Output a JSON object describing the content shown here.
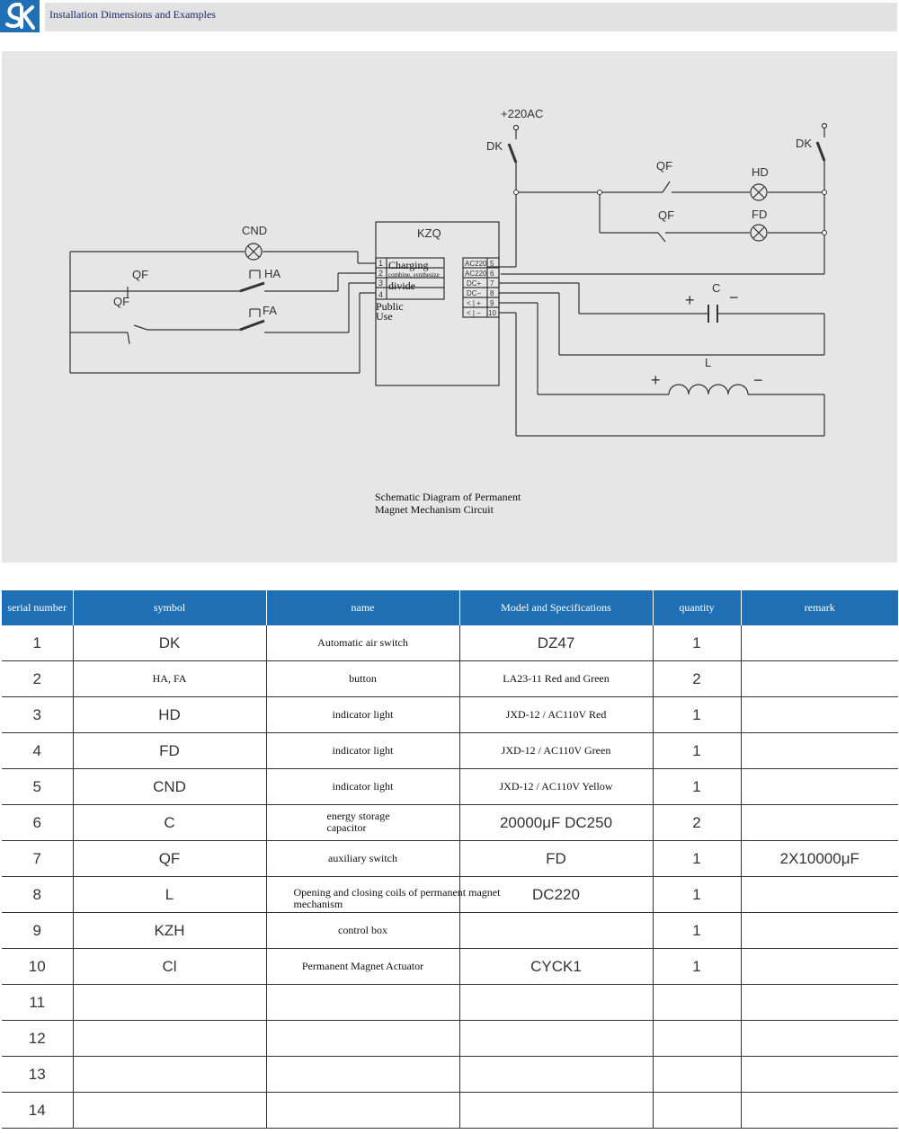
{
  "header": {
    "title": "Installation Dimensions and Examples"
  },
  "diagram": {
    "labels": {
      "supply": "+220AC",
      "dk_left": "DK",
      "dk_right": "DK",
      "qf_top": "QF",
      "qf_mid": "QF",
      "hd": "HD",
      "fd": "FD",
      "kzq": "KZQ",
      "cnd": "CND",
      "qf_left1": "QF",
      "qf_left2": "QF",
      "ha": "HA",
      "fa": "FA",
      "c": "C",
      "l": "L",
      "plus_c": "+",
      "minus_c": "−",
      "plus_l": "+",
      "minus_l": "−"
    },
    "kzq_left_terminals": [
      "1",
      "2",
      "3",
      "4"
    ],
    "kzq_left_texts": {
      "charging": "Charging",
      "combine": "combine, synthesize",
      "divide": "divide",
      "public1": "Public",
      "public2": "Use"
    },
    "kzq_right_terminals": [
      {
        "label": "AC220",
        "num": "5"
      },
      {
        "label": "AC220",
        "num": "6"
      },
      {
        "label": "DC+",
        "num": "7"
      },
      {
        "label": "DC−",
        "num": "8"
      },
      {
        "label": "< | +",
        "num": "9"
      },
      {
        "label": "< | −",
        "num": "10"
      }
    ],
    "caption_line1": "Schematic Diagram of Permanent",
    "caption_line2": "Magnet Mechanism Circuit"
  },
  "table": {
    "headers": [
      "serial number",
      "symbol",
      "name",
      "Model and Specifications",
      "quantity",
      "remark"
    ],
    "rows": [
      {
        "serial": "1",
        "symbol": "DK",
        "name": "Automatic air switch",
        "model": "DZ47",
        "quantity": "1",
        "remark": ""
      },
      {
        "serial": "2",
        "symbol": "HA, FA",
        "name": "button",
        "model": "LA23-11 Red and Green",
        "quantity": "2",
        "remark": ""
      },
      {
        "serial": "3",
        "symbol": "HD",
        "name": "indicator light",
        "model": "JXD-12 / AC110V Red",
        "quantity": "1",
        "remark": ""
      },
      {
        "serial": "4",
        "symbol": "FD",
        "name": "indicator light",
        "model": "JXD-12 / AC110V Green",
        "quantity": "1",
        "remark": ""
      },
      {
        "serial": "5",
        "symbol": "CND",
        "name": "indicator light",
        "model": "JXD-12 / AC110V Yellow",
        "quantity": "1",
        "remark": ""
      },
      {
        "serial": "6",
        "symbol": "C",
        "name": "energy storage capacitor",
        "model": "20000μF DC250",
        "quantity": "2",
        "remark": ""
      },
      {
        "serial": "7",
        "symbol": "QF",
        "name": "auxiliary switch",
        "model": "FD",
        "quantity": "1",
        "remark": "2X10000μF"
      },
      {
        "serial": "8",
        "symbol": "L",
        "name": "Opening and closing coils of permanent magnet mechanism",
        "model": "DC220",
        "quantity": "1",
        "remark": ""
      },
      {
        "serial": "9",
        "symbol": "KZH",
        "name": "control box",
        "model": "",
        "quantity": "1",
        "remark": ""
      },
      {
        "serial": "10",
        "symbol": "Cl",
        "name": "Permanent Magnet Actuator",
        "model": "CYCK1",
        "quantity": "1",
        "remark": ""
      },
      {
        "serial": "11",
        "symbol": "",
        "name": "",
        "model": "",
        "quantity": "",
        "remark": ""
      },
      {
        "serial": "12",
        "symbol": "",
        "name": "",
        "model": "",
        "quantity": "",
        "remark": ""
      },
      {
        "serial": "13",
        "symbol": "",
        "name": "",
        "model": "",
        "quantity": "",
        "remark": ""
      },
      {
        "serial": "14",
        "symbol": "",
        "name": "",
        "model": "",
        "quantity": "",
        "remark": ""
      }
    ]
  }
}
